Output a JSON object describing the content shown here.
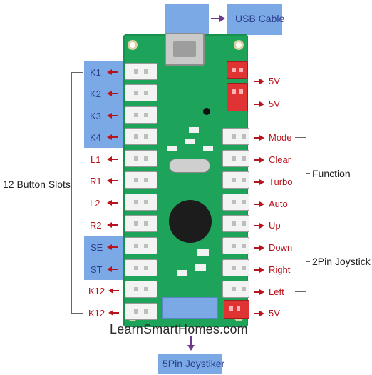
{
  "usb": {
    "label": "USB Cable"
  },
  "left_slots": [
    {
      "text": "K1",
      "highlighted": true
    },
    {
      "text": "K2",
      "highlighted": true
    },
    {
      "text": "K3",
      "highlighted": true
    },
    {
      "text": "K4",
      "highlighted": true
    },
    {
      "text": "L1",
      "highlighted": false
    },
    {
      "text": "R1",
      "highlighted": false
    },
    {
      "text": "L2",
      "highlighted": false
    },
    {
      "text": "R2",
      "highlighted": false
    },
    {
      "text": "SE",
      "highlighted": true
    },
    {
      "text": "ST",
      "highlighted": true
    },
    {
      "text": "K12",
      "highlighted": false
    },
    {
      "text": "K12",
      "highlighted": false
    }
  ],
  "right_ports": [
    {
      "text": "5V",
      "connector": "red"
    },
    {
      "text": "5V",
      "connector": "red"
    },
    {
      "text": "Mode",
      "connector": "white"
    },
    {
      "text": "Clear",
      "connector": "white"
    },
    {
      "text": "Turbo",
      "connector": "white"
    },
    {
      "text": "Auto",
      "connector": "white"
    },
    {
      "text": "Up",
      "connector": "white"
    },
    {
      "text": "Down",
      "connector": "white"
    },
    {
      "text": "Right",
      "connector": "white"
    },
    {
      "text": "Left",
      "connector": "white"
    },
    {
      "text": "5V",
      "connector": "red"
    }
  ],
  "groups": {
    "button_slots": "12 Button Slots",
    "function": "Function",
    "joystick_2pin": "2Pin Joystick"
  },
  "bottom": {
    "label": "5Pin Joystiker"
  },
  "watermark": "LearnSmartHomes.com",
  "colors": {
    "highlight": "#7aa9e6",
    "arrow_red": "#b8141d",
    "arrow_purple": "#6b3a8a",
    "pcb_green": "#1da35a"
  }
}
